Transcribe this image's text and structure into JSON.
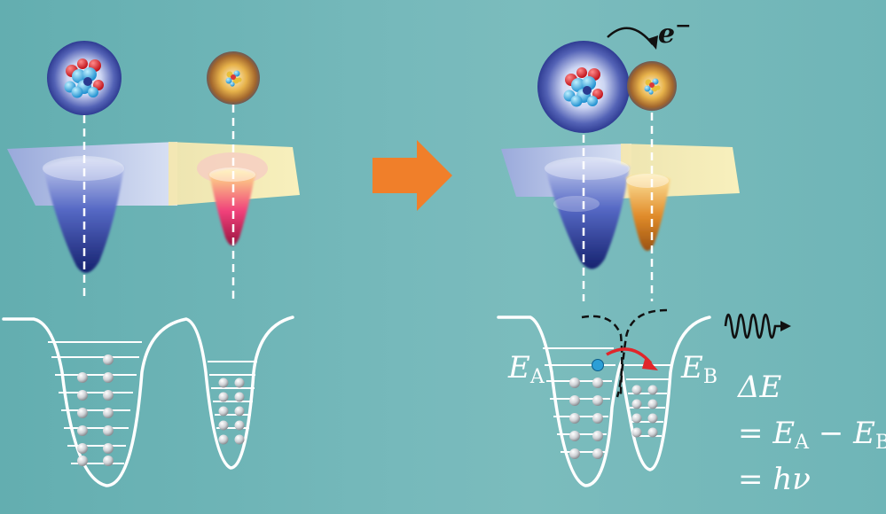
{
  "labels": {
    "electron": "e",
    "electron_charge": "−",
    "energy_a": "E",
    "energy_a_sub": "A",
    "energy_b": "E",
    "energy_b_sub": "B",
    "delta_e": "ΔE",
    "eq_prefix": "=",
    "minus": "−",
    "photon_energy": "hν"
  },
  "colors": {
    "background": "#6fb5b7",
    "arrow": "#f07f2a",
    "left_well": "#1e2f8a",
    "right_well_before": "#e8306a",
    "right_well_after": "#d07a1e",
    "transfer_arrow": "#e0262a",
    "level_line": "#ffffff"
  },
  "icons": {
    "transition_arrow": "orange-right-arrow-icon",
    "photon": "photon-wave-icon",
    "electron_transfer": "curved-arrow-icon"
  },
  "levels": {
    "left_well_before": 7,
    "right_well_before": 5,
    "left_well_after": 6,
    "right_well_after": 4
  }
}
